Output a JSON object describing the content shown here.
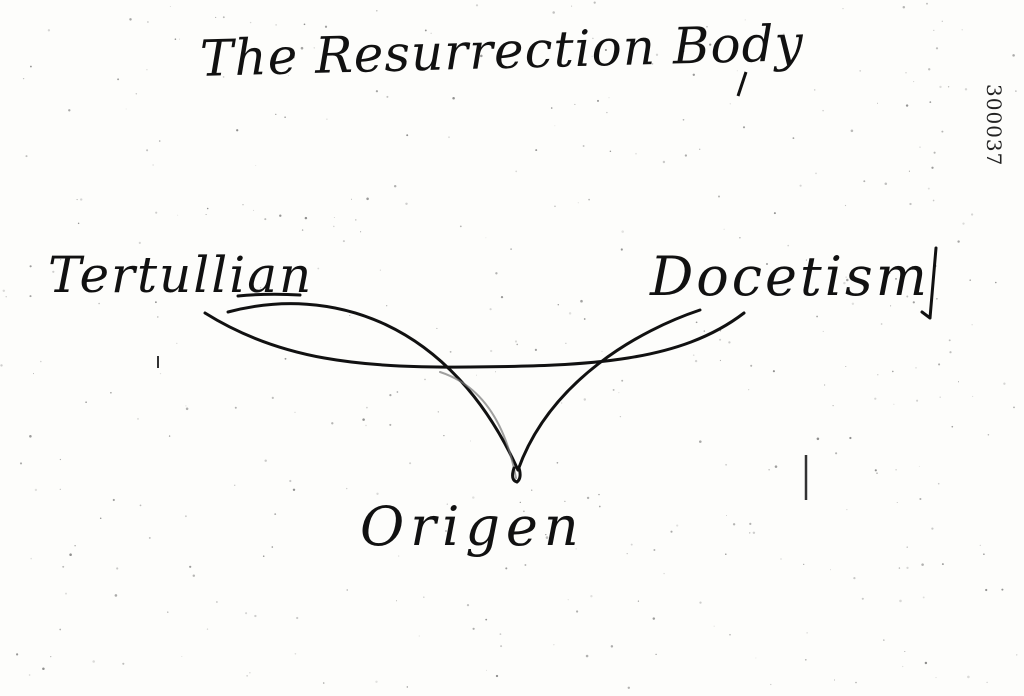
{
  "title": "The Resurrection Body",
  "nodes": {
    "left": "Tertullian",
    "right": "Docetism",
    "bottom": "Origen"
  },
  "stamp_number": "300037",
  "ink_color": "#111111",
  "paper_color": "#fdfdfb"
}
